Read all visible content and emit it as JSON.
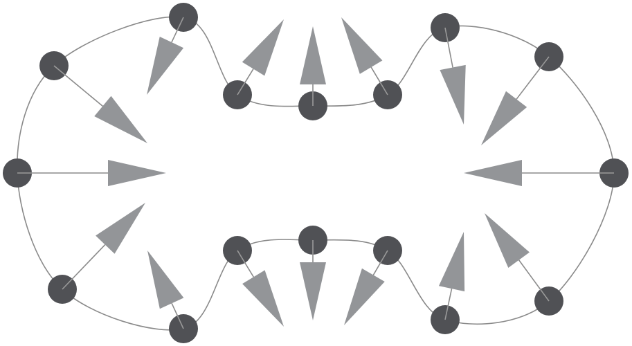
{
  "diagram": {
    "type": "closed-ring-of-nodes-with-inward-arrows",
    "node_count": 16,
    "arrow_direction": "inward",
    "colors": {
      "node": "#505155",
      "arrow": "#939598",
      "curve": "#8a8a8a",
      "line": "#8a8a8a",
      "background": "#ffffff"
    }
  }
}
